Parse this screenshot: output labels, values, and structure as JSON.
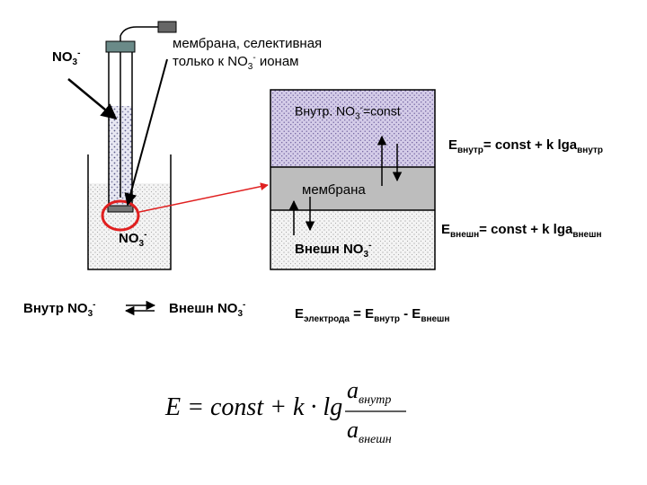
{
  "electrode": {
    "ion_top": {
      "base": "NO",
      "sub": "3",
      "sup": "-"
    },
    "membrane_note": {
      "line1": "мембрана, селективная",
      "line2_pre": "только к NO",
      "line2_sub": "3",
      "line2_sup": "-",
      "line2_post": " ионам"
    },
    "ion_bottom": {
      "base": "NO",
      "sub": "3",
      "sup": "-"
    }
  },
  "equilibrium": {
    "left": {
      "text": "Внутр NO",
      "sub": "3",
      "sup": "-"
    },
    "right": {
      "text": "Внешн NO",
      "sub": "3",
      "sup": "-"
    }
  },
  "zoom": {
    "inner_label": {
      "pre": "Внутр. NO",
      "sub": "3",
      "sup": "-",
      "post": "=const"
    },
    "membrane_label": "мембрана",
    "outer_label": {
      "pre": "Внешн NO",
      "sub": "3",
      "sup": "-"
    }
  },
  "equations": {
    "e_inner": {
      "e": "E",
      "e_sub": "внутр",
      "mid": "= const + k lga",
      "a_sub": "внутр"
    },
    "e_outer": {
      "e": "E",
      "e_sub": "внешн",
      "mid": "= const + k lga",
      "a_sub": "внешн"
    },
    "e_electrode": {
      "e": "E",
      "e_sub": "электрода",
      "eq": " = E",
      "sub2": "внутр",
      "minus": " - E",
      "sub3": "внешн"
    }
  },
  "formula": {
    "lhs": "E = const + k · lg",
    "num": "a",
    "num_sub": "внутр",
    "den": "a",
    "den_sub": "внешн"
  }
}
